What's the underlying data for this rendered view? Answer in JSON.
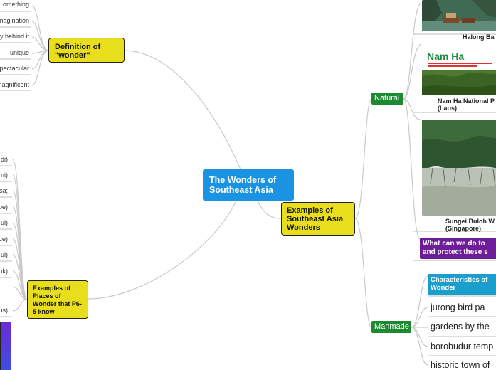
{
  "root": {
    "title": "The Wonders of Southeast Asia"
  },
  "definition": {
    "title": "Definition of \"wonder\"",
    "leaves": [
      "omething",
      "magination",
      "y behind it",
      "unique",
      "pectacular",
      "nagnificent"
    ]
  },
  "places": {
    "title": "Examples of Places of Wonder that P6-5 know",
    "leaves": [
      "di)",
      "ni)",
      "sa;",
      "pe)",
      "ul)",
      "ce)",
      "ul)",
      "ık)",
      "us)"
    ]
  },
  "examples": {
    "title": "Examples of Southeast Asia Wonders",
    "natural": {
      "label": "Natural",
      "items": [
        {
          "caption": "Halong Ba"
        },
        {
          "caption": "Nam Ha National P\n(Laos)",
          "image_title": "Nam Ha"
        },
        {
          "caption": "Sungei Buloh W\n(Singapore)"
        }
      ],
      "question": "What can we do to\nand protect these s"
    },
    "manmade": {
      "label": "Manmade",
      "characteristics": "Characteristics of\nWonder",
      "items": [
        "jurong bird pa",
        "gardens by the",
        "borobudur temp",
        "historic town of"
      ]
    }
  },
  "colors": {
    "root": "#1b93e3",
    "yellow": "#e8de1c",
    "green": "#1d8a32",
    "purple": "#6d1d97",
    "teal": "#1a9ecc"
  }
}
